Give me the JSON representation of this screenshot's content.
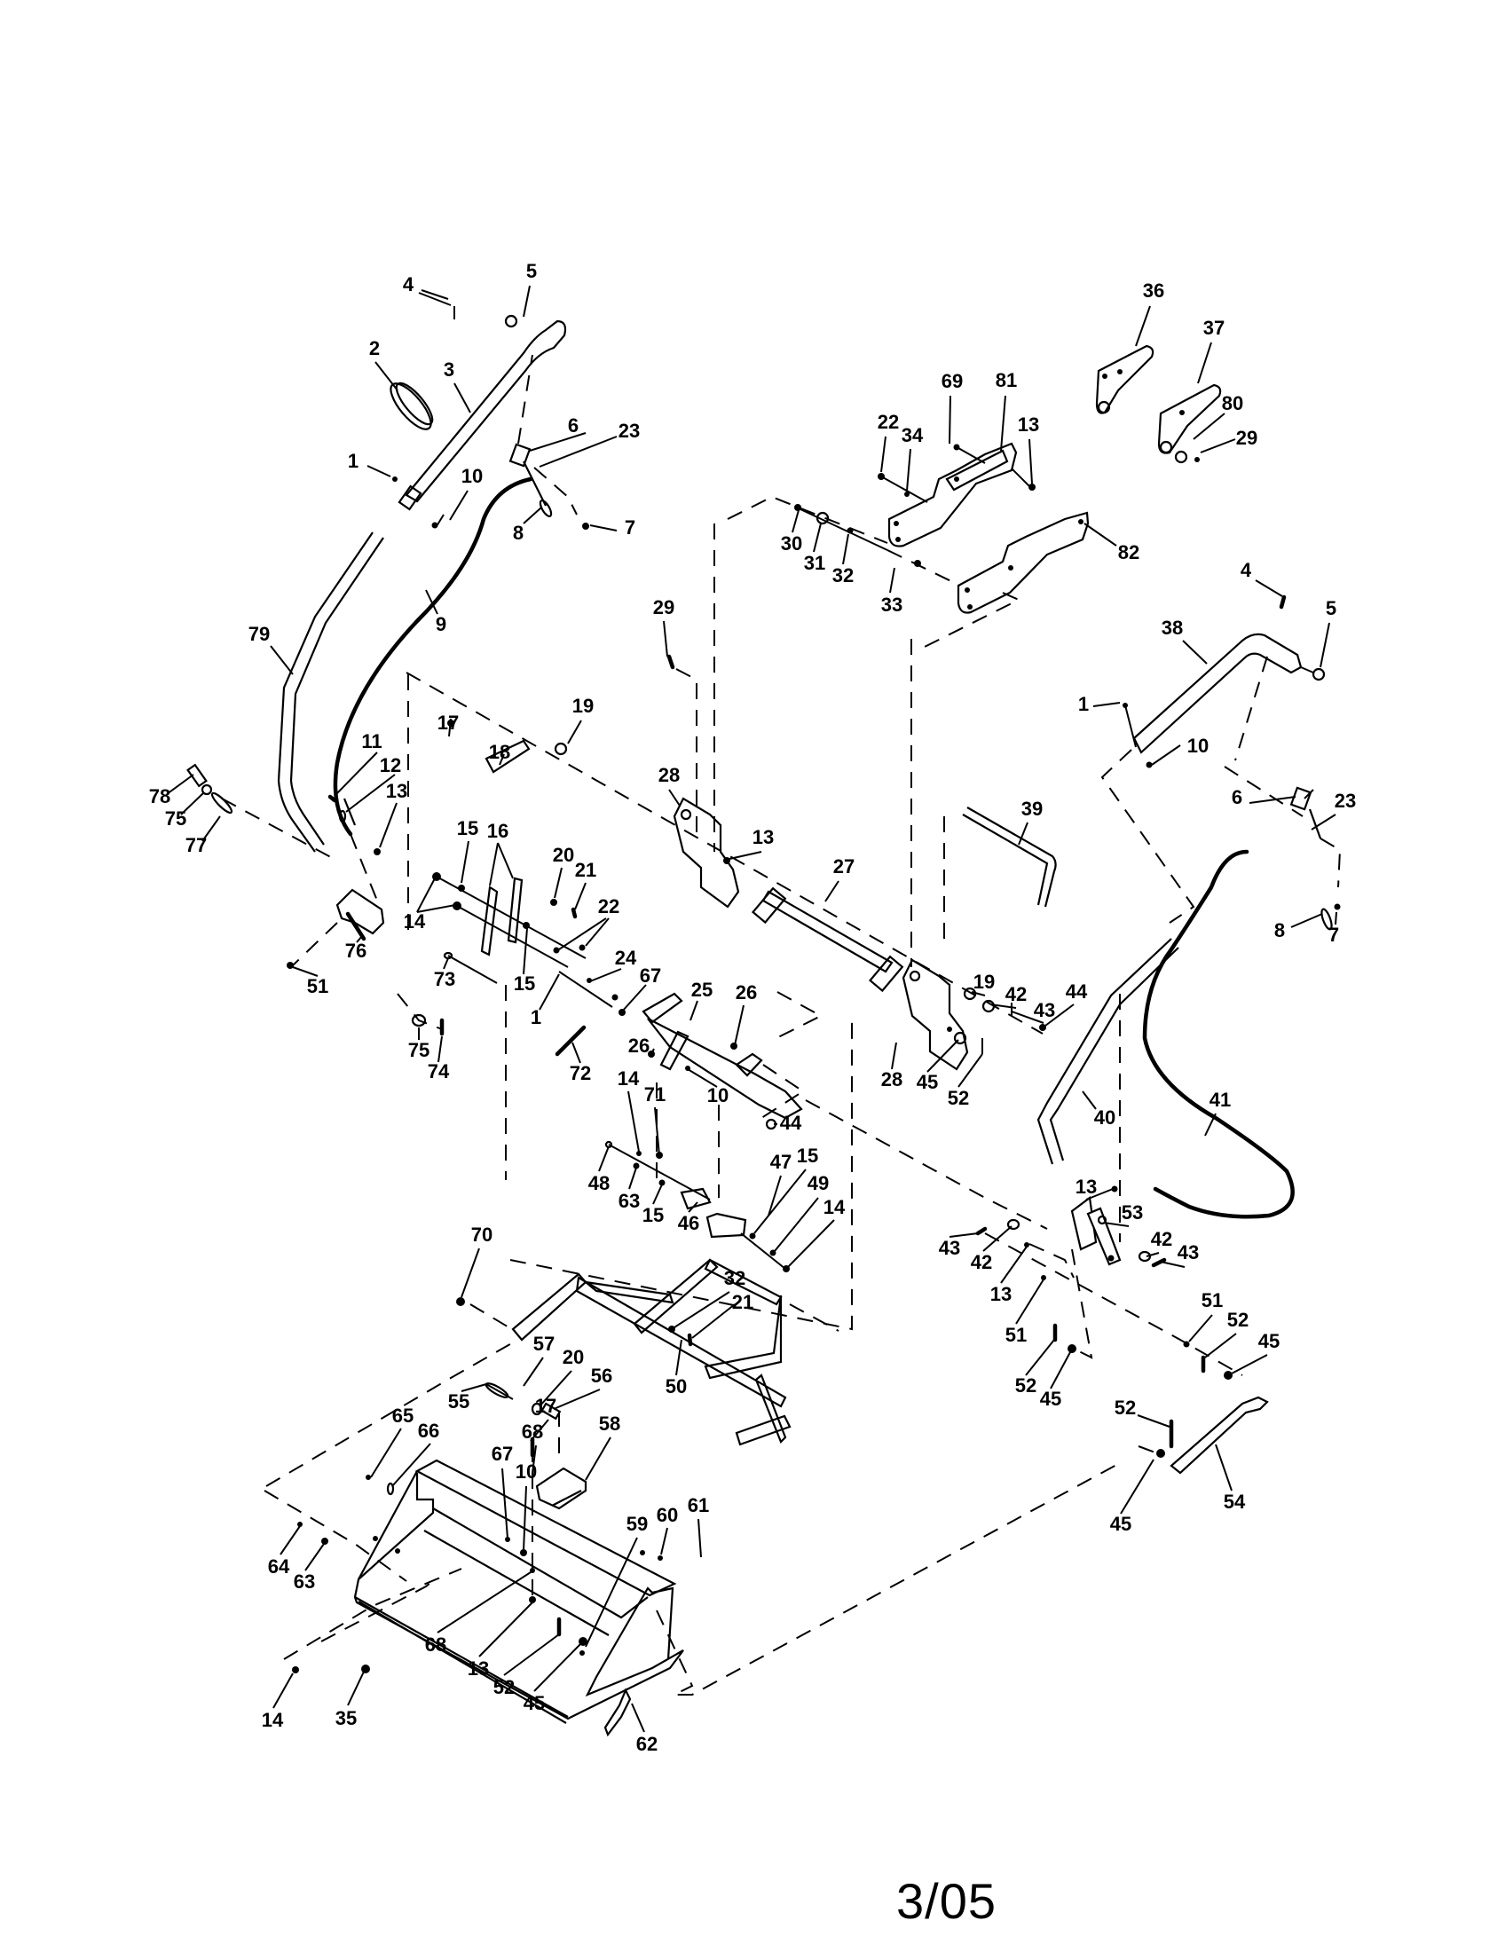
{
  "page": {
    "footer_date": "3/05",
    "diagram_type": "exploded parts diagram"
  },
  "assemblies": {
    "left_handle": [
      "79",
      "3",
      "2",
      "1",
      "4",
      "5",
      "6",
      "7",
      "8",
      "9",
      "10",
      "23"
    ],
    "right_handle": [
      "38",
      "40",
      "41",
      "1",
      "4",
      "5",
      "6",
      "7",
      "8",
      "10",
      "23"
    ],
    "top_brackets": [
      "36",
      "37",
      "80",
      "29",
      "69",
      "81",
      "13",
      "22",
      "34",
      "30",
      "31",
      "32",
      "33",
      "82"
    ],
    "cross_shaft": [
      "19",
      "17",
      "18",
      "28",
      "13",
      "27",
      "39",
      "29",
      "42",
      "43",
      "44",
      "45",
      "52"
    ],
    "linkage": [
      "11",
      "12",
      "13",
      "78",
      "75",
      "77",
      "76",
      "51",
      "15",
      "16",
      "14",
      "20",
      "21",
      "22",
      "73",
      "74",
      "24",
      "67",
      "1",
      "72",
      "25",
      "26",
      "10",
      "44",
      "71",
      "48",
      "63",
      "46",
      "47",
      "49"
    ],
    "frame": [
      "70",
      "50",
      "32",
      "21"
    ],
    "lift_lever": [
      "53",
      "13",
      "42",
      "43",
      "51",
      "52",
      "45",
      "54"
    ],
    "bucket": [
      "57",
      "20",
      "56",
      "55",
      "17",
      "68",
      "58",
      "65",
      "66",
      "67",
      "10",
      "64",
      "63",
      "59",
      "60",
      "61",
      "68",
      "13",
      "52",
      "45",
      "14",
      "35",
      "62"
    ]
  },
  "labels": [
    {
      "id": "4",
      "text": "4"
    },
    {
      "id": "5",
      "text": "5"
    },
    {
      "id": "2",
      "text": "2"
    },
    {
      "id": "3",
      "text": "3"
    },
    {
      "id": "6",
      "text": "6"
    },
    {
      "id": "23",
      "text": "23"
    },
    {
      "id": "1",
      "text": "1"
    },
    {
      "id": "10",
      "text": "10"
    },
    {
      "id": "8",
      "text": "8"
    },
    {
      "id": "7",
      "text": "7"
    },
    {
      "id": "9",
      "text": "9"
    },
    {
      "id": "79",
      "text": "79"
    },
    {
      "id": "36",
      "text": "36"
    },
    {
      "id": "37",
      "text": "37"
    },
    {
      "id": "69",
      "text": "69"
    },
    {
      "id": "81",
      "text": "81"
    },
    {
      "id": "22",
      "text": "22"
    },
    {
      "id": "34",
      "text": "34"
    },
    {
      "id": "13",
      "text": "13"
    },
    {
      "id": "80",
      "text": "80"
    },
    {
      "id": "29",
      "text": "29"
    },
    {
      "id": "30",
      "text": "30"
    },
    {
      "id": "31",
      "text": "31"
    },
    {
      "id": "32",
      "text": "32"
    },
    {
      "id": "33",
      "text": "33"
    },
    {
      "id": "82",
      "text": "82"
    },
    {
      "id": "29",
      "text": "29"
    },
    {
      "id": "4",
      "text": "4"
    },
    {
      "id": "5",
      "text": "5"
    },
    {
      "id": "38",
      "text": "38"
    },
    {
      "id": "1",
      "text": "1"
    },
    {
      "id": "10",
      "text": "10"
    },
    {
      "id": "19",
      "text": "19"
    },
    {
      "id": "17",
      "text": "17"
    },
    {
      "id": "18",
      "text": "18"
    },
    {
      "id": "28",
      "text": "28"
    },
    {
      "id": "13",
      "text": "13"
    },
    {
      "id": "27",
      "text": "27"
    },
    {
      "id": "39",
      "text": "39"
    },
    {
      "id": "6",
      "text": "6"
    },
    {
      "id": "23",
      "text": "23"
    },
    {
      "id": "8",
      "text": "8"
    },
    {
      "id": "7",
      "text": "7"
    },
    {
      "id": "11",
      "text": "11"
    },
    {
      "id": "12",
      "text": "12"
    },
    {
      "id": "13",
      "text": "13"
    },
    {
      "id": "78",
      "text": "78"
    },
    {
      "id": "75",
      "text": "75"
    },
    {
      "id": "77",
      "text": "77"
    },
    {
      "id": "15",
      "text": "15"
    },
    {
      "id": "16",
      "text": "16"
    },
    {
      "id": "20",
      "text": "20"
    },
    {
      "id": "21",
      "text": "21"
    },
    {
      "id": "14",
      "text": "14"
    },
    {
      "id": "22",
      "text": "22"
    },
    {
      "id": "76",
      "text": "76"
    },
    {
      "id": "51",
      "text": "51"
    },
    {
      "id": "73",
      "text": "73"
    },
    {
      "id": "15",
      "text": "15"
    },
    {
      "id": "24",
      "text": "24"
    },
    {
      "id": "67",
      "text": "67"
    },
    {
      "id": "1",
      "text": "1"
    },
    {
      "id": "25",
      "text": "25"
    },
    {
      "id": "26",
      "text": "26"
    },
    {
      "id": "72",
      "text": "72"
    },
    {
      "id": "75",
      "text": "75"
    },
    {
      "id": "74",
      "text": "74"
    },
    {
      "id": "26",
      "text": "26"
    },
    {
      "id": "10",
      "text": "10"
    },
    {
      "id": "44",
      "text": "44"
    },
    {
      "id": "14",
      "text": "14"
    },
    {
      "id": "71",
      "text": "71"
    },
    {
      "id": "19",
      "text": "19"
    },
    {
      "id": "42",
      "text": "42"
    },
    {
      "id": "43",
      "text": "43"
    },
    {
      "id": "44",
      "text": "44"
    },
    {
      "id": "28",
      "text": "28"
    },
    {
      "id": "45",
      "text": "45"
    },
    {
      "id": "52",
      "text": "52"
    },
    {
      "id": "40",
      "text": "40"
    },
    {
      "id": "41",
      "text": "41"
    },
    {
      "id": "48",
      "text": "48"
    },
    {
      "id": "63",
      "text": "63"
    },
    {
      "id": "15",
      "text": "15"
    },
    {
      "id": "46",
      "text": "46"
    },
    {
      "id": "47",
      "text": "47"
    },
    {
      "id": "15",
      "text": "15"
    },
    {
      "id": "49",
      "text": "49"
    },
    {
      "id": "14",
      "text": "14"
    },
    {
      "id": "43",
      "text": "43"
    },
    {
      "id": "42",
      "text": "42"
    },
    {
      "id": "13",
      "text": "13"
    },
    {
      "id": "53",
      "text": "53"
    },
    {
      "id": "13",
      "text": "13"
    },
    {
      "id": "42",
      "text": "42"
    },
    {
      "id": "43",
      "text": "43"
    },
    {
      "id": "51",
      "text": "51"
    },
    {
      "id": "52",
      "text": "52"
    },
    {
      "id": "45",
      "text": "45"
    },
    {
      "id": "51",
      "text": "51"
    },
    {
      "id": "52",
      "text": "52"
    },
    {
      "id": "45",
      "text": "45"
    },
    {
      "id": "52",
      "text": "52"
    },
    {
      "id": "54",
      "text": "54"
    },
    {
      "id": "45",
      "text": "45"
    },
    {
      "id": "70",
      "text": "70"
    },
    {
      "id": "32",
      "text": "32"
    },
    {
      "id": "21",
      "text": "21"
    },
    {
      "id": "50",
      "text": "50"
    },
    {
      "id": "57",
      "text": "57"
    },
    {
      "id": "20",
      "text": "20"
    },
    {
      "id": "56",
      "text": "56"
    },
    {
      "id": "55",
      "text": "55"
    },
    {
      "id": "17",
      "text": "17"
    },
    {
      "id": "68",
      "text": "68"
    },
    {
      "id": "58",
      "text": "58"
    },
    {
      "id": "65",
      "text": "65"
    },
    {
      "id": "66",
      "text": "66"
    },
    {
      "id": "67",
      "text": "67"
    },
    {
      "id": "10",
      "text": "10"
    },
    {
      "id": "64",
      "text": "64"
    },
    {
      "id": "63",
      "text": "63"
    },
    {
      "id": "59",
      "text": "59"
    },
    {
      "id": "60",
      "text": "60"
    },
    {
      "id": "61",
      "text": "61"
    },
    {
      "id": "68",
      "text": "68"
    },
    {
      "id": "13",
      "text": "13"
    },
    {
      "id": "52",
      "text": "52"
    },
    {
      "id": "45",
      "text": "45"
    },
    {
      "id": "14",
      "text": "14"
    },
    {
      "id": "35",
      "text": "35"
    },
    {
      "id": "62",
      "text": "62"
    }
  ]
}
